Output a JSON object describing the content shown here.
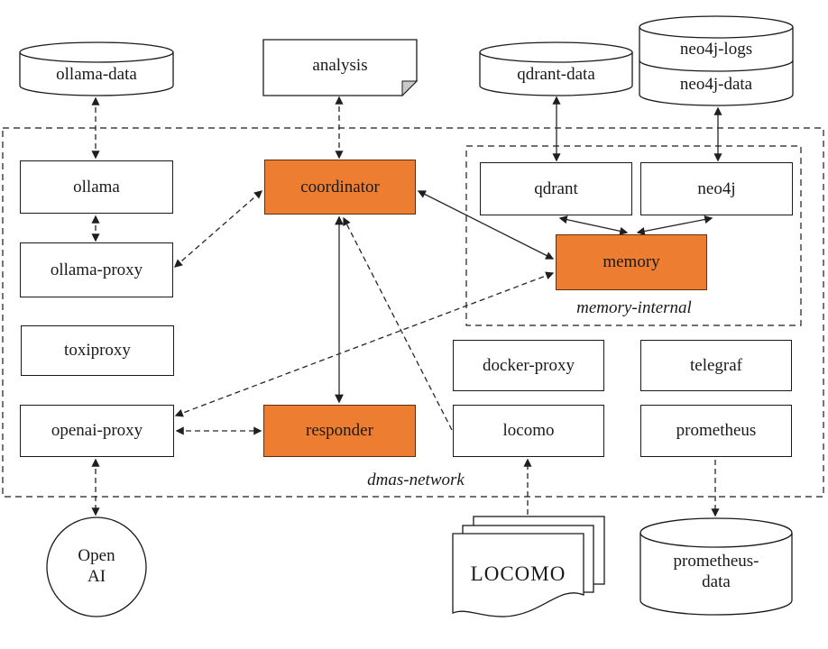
{
  "diagram": {
    "boundaries": {
      "dmas_network": {
        "label": "dmas-network"
      },
      "memory_internal": {
        "label": "memory-internal"
      }
    },
    "nodes": {
      "ollama_data": {
        "label": "ollama-data",
        "shape": "cylinder"
      },
      "analysis": {
        "label": "analysis",
        "shape": "document"
      },
      "qdrant_data": {
        "label": "qdrant-data",
        "shape": "cylinder"
      },
      "neo4j_logs": {
        "label": "neo4j-logs",
        "shape": "cylinder-stack-top"
      },
      "neo4j_data": {
        "label": "neo4j-data",
        "shape": "cylinder-stack-bottom"
      },
      "ollama": {
        "label": "ollama",
        "shape": "box"
      },
      "coordinator": {
        "label": "coordinator",
        "shape": "box",
        "highlight": true
      },
      "qdrant": {
        "label": "qdrant",
        "shape": "box"
      },
      "neo4j": {
        "label": "neo4j",
        "shape": "box"
      },
      "ollama_proxy": {
        "label": "ollama-proxy",
        "shape": "box"
      },
      "memory": {
        "label": "memory",
        "shape": "box",
        "highlight": true
      },
      "toxiproxy": {
        "label": "toxiproxy",
        "shape": "box"
      },
      "docker_proxy": {
        "label": "docker-proxy",
        "shape": "box"
      },
      "telegraf": {
        "label": "telegraf",
        "shape": "box"
      },
      "openai_proxy": {
        "label": "openai-proxy",
        "shape": "box"
      },
      "responder": {
        "label": "responder",
        "shape": "box",
        "highlight": true
      },
      "locomo": {
        "label": "locomo",
        "shape": "box"
      },
      "prometheus": {
        "label": "prometheus",
        "shape": "box"
      },
      "open_ai": {
        "line1": "Open",
        "line2": "AI",
        "shape": "circle"
      },
      "locomo_dataset": {
        "label": "LOCOMO",
        "shape": "document-stack"
      },
      "prometheus_data": {
        "line1": "prometheus-",
        "line2": "data",
        "shape": "cylinder"
      }
    },
    "edges": [
      {
        "from": "ollama-data",
        "to": "ollama",
        "style": "dashed",
        "direction": "both"
      },
      {
        "from": "analysis",
        "to": "coordinator",
        "style": "dashed",
        "direction": "both"
      },
      {
        "from": "qdrant-data",
        "to": "qdrant",
        "style": "solid",
        "direction": "both"
      },
      {
        "from": "neo4j-logs/neo4j-data",
        "to": "neo4j",
        "style": "solid",
        "direction": "both"
      },
      {
        "from": "ollama",
        "to": "ollama-proxy",
        "style": "dashed",
        "direction": "both"
      },
      {
        "from": "ollama-proxy",
        "to": "coordinator",
        "style": "dashed",
        "direction": "both"
      },
      {
        "from": "coordinator",
        "to": "responder",
        "style": "solid",
        "direction": "both"
      },
      {
        "from": "coordinator",
        "to": "memory",
        "style": "solid",
        "direction": "both"
      },
      {
        "from": "locomo",
        "to": "coordinator",
        "style": "dashed",
        "direction": "to"
      },
      {
        "from": "openai-proxy",
        "to": "memory",
        "style": "dashed",
        "direction": "both"
      },
      {
        "from": "openai-proxy",
        "to": "responder",
        "style": "dashed",
        "direction": "both"
      },
      {
        "from": "qdrant",
        "to": "memory",
        "style": "solid",
        "direction": "both"
      },
      {
        "from": "neo4j",
        "to": "memory",
        "style": "solid",
        "direction": "both"
      },
      {
        "from": "openai-proxy",
        "to": "OpenAI",
        "style": "dashed",
        "direction": "both"
      },
      {
        "from": "LOCOMO",
        "to": "locomo",
        "style": "dashed",
        "direction": "to"
      },
      {
        "from": "prometheus",
        "to": "prometheus-data",
        "style": "dashed",
        "direction": "to"
      }
    ],
    "colors": {
      "highlight_fill": "#ED7D31",
      "highlight_border": "#5E2F0B",
      "line": "#1A1A1A",
      "background": "#FFFFFF",
      "document_fold": "#C9C9C9"
    }
  }
}
